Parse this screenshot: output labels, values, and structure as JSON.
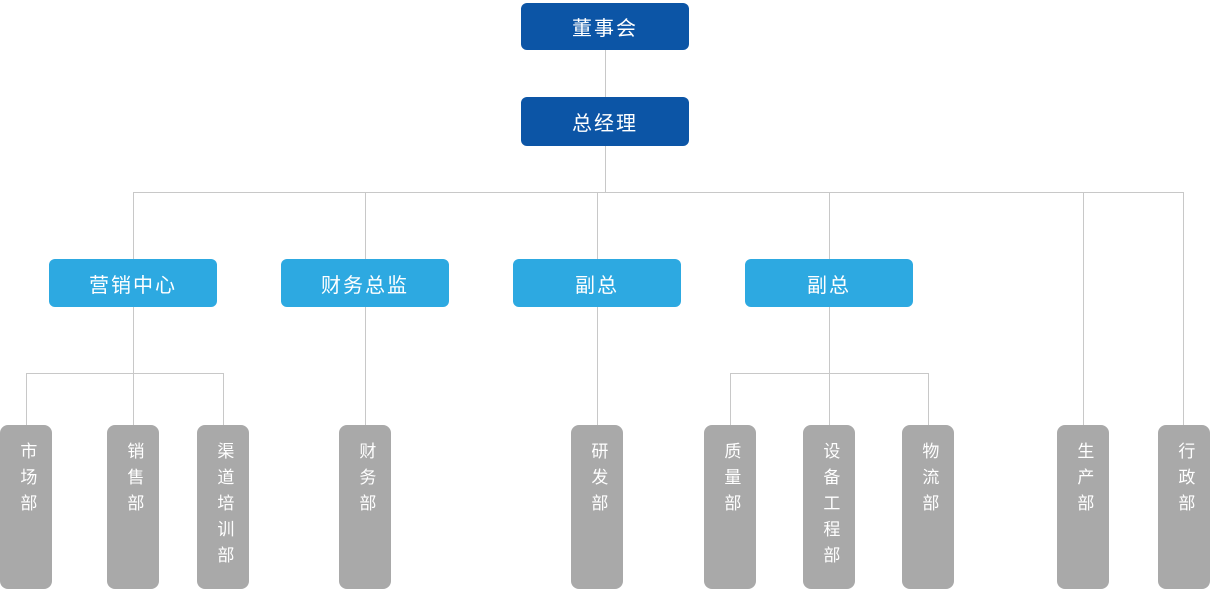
{
  "diagram": {
    "type": "org_chart",
    "board": {
      "label": "董事会"
    },
    "general_manager": {
      "label": "总经理"
    },
    "executives": [
      {
        "label": "营销中心"
      },
      {
        "label": "财务总监"
      },
      {
        "label": "副总"
      },
      {
        "label": "副总"
      }
    ],
    "departments": [
      {
        "label": "市场部"
      },
      {
        "label": "销售部"
      },
      {
        "label": "渠道培训部"
      },
      {
        "label": "财务部"
      },
      {
        "label": "研发部"
      },
      {
        "label": "质量部"
      },
      {
        "label": "设备工程部"
      },
      {
        "label": "物流部"
      },
      {
        "label": "生产部"
      },
      {
        "label": "行政部"
      }
    ],
    "hierarchy": [
      {
        "parent": "董事会",
        "children": [
          "总经理"
        ]
      },
      {
        "parent": "总经理",
        "children": [
          "营销中心",
          "财务总监",
          "副总",
          "副总",
          "生产部",
          "行政部"
        ]
      },
      {
        "parent": "营销中心",
        "children": [
          "市场部",
          "销售部",
          "渠道培训部"
        ]
      },
      {
        "parent": "财务总监",
        "children": [
          "财务部"
        ]
      },
      {
        "parent": "副总 (第1个)",
        "children": [
          "研发部"
        ]
      },
      {
        "parent": "副总 (第2个)",
        "children": [
          "质量部",
          "设备工程部",
          "物流部"
        ]
      }
    ],
    "colors": {
      "top_level_bg": "#0c55a6",
      "mid_level_bg": "#2da9e1",
      "department_bg": "#a9a9a9",
      "connector_line": "#c8c8c8",
      "label_text": "#ffffff",
      "background": "#ffffff"
    }
  }
}
